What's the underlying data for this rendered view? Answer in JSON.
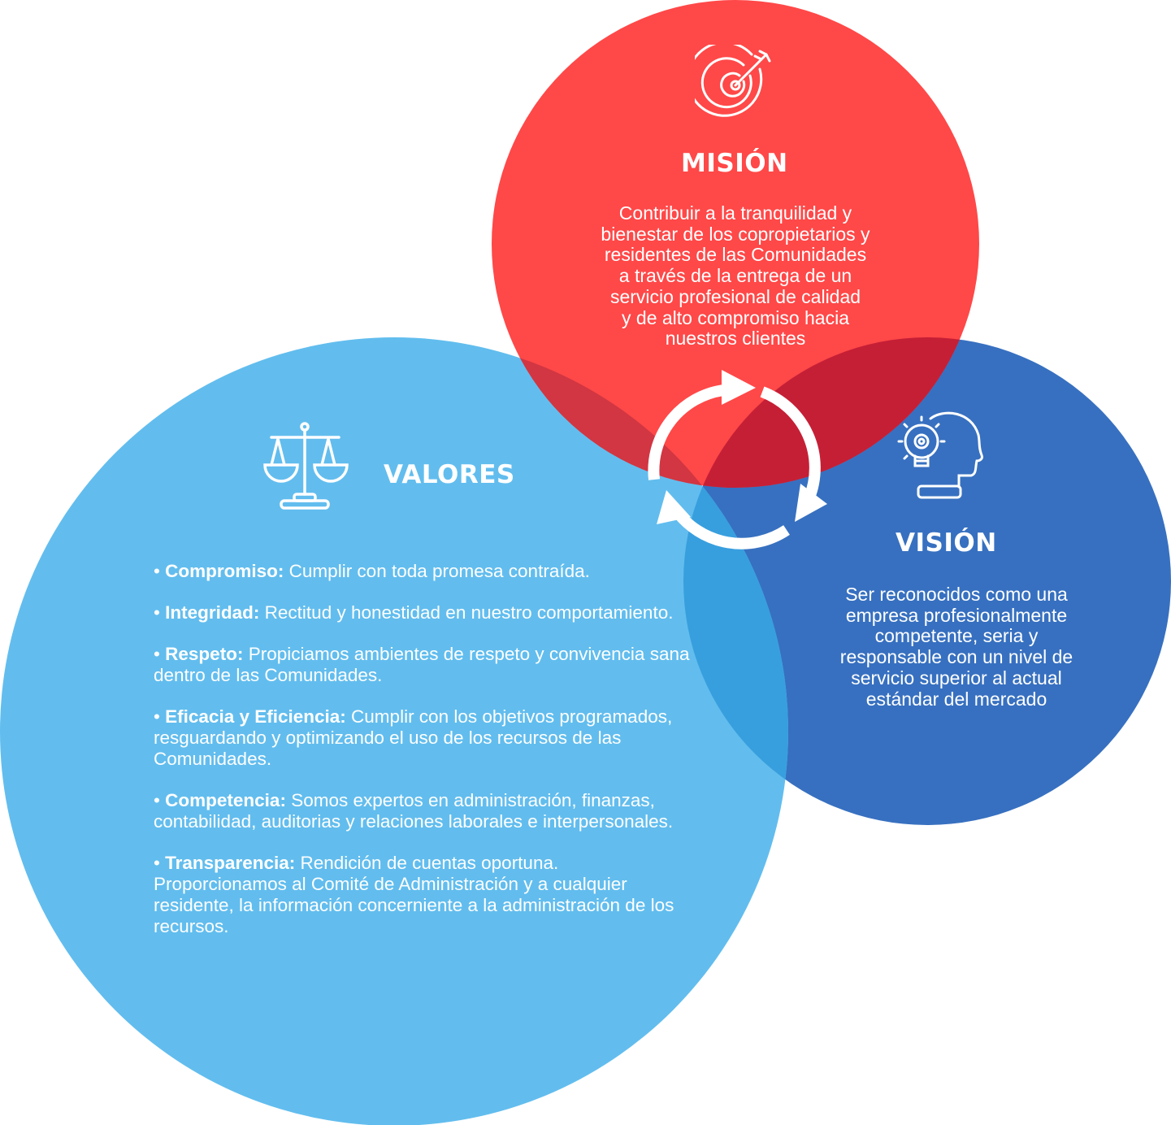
{
  "colors": {
    "mision": "#FF4848",
    "vision": "#3770C0",
    "valores": "#62BDEE",
    "mision_vision_overlap": "#C51F36",
    "mision_valores_overlap": "#D13642",
    "vision_valores_overlap": "#389FDE"
  },
  "mision": {
    "icon": "target-arrow-icon",
    "title": "MISIÓN",
    "lines": [
      "Contribuir a la tranquilidad y",
      "bienestar de los copropietarios y",
      "residentes de las Comunidades",
      "a través de la entrega de un",
      "servicio profesional de calidad",
      "y de alto compromiso hacia",
      "nuestros clientes"
    ]
  },
  "vision": {
    "icon": "head-lightbulb-gear-icon",
    "title": "VISIÓN",
    "lines": [
      "Ser reconocidos como una",
      "empresa profesionalmente",
      "competente, seria y",
      "responsable con un nivel de",
      "servicio superior al actual",
      "estándar del mercado"
    ]
  },
  "valores": {
    "icon": "scales-of-justice-icon",
    "title": "VALORES",
    "items": [
      {
        "term": "Compromiso:",
        "text": "Cumplir con toda promesa contraída."
      },
      {
        "term": "Integridad:",
        "text": "Rectitud y honestidad en nuestro comportamiento."
      },
      {
        "term": "Respeto:",
        "text": "Propiciamos ambientes de respeto y convivencia sana dentro de las Comunidades."
      },
      {
        "term": "Eficacia y Eficiencia:",
        "text": "Cumplir con los objetivos programados, resguardando y optimizando el uso de los recursos de las Comunidades."
      },
      {
        "term": "Competencia:",
        "text": "Somos expertos en administración, finanzas, contabilidad, auditorias y relaciones laborales e interpersonales."
      },
      {
        "term": "Transparencia:",
        "text": "Rendición de cuentas oportuna. Proporcionamos al Comité de Administración y a cualquier residente, la información concerniente a la administración de los recursos."
      }
    ],
    "bullet": "•"
  },
  "center_icon": "cycle-arrows-icon"
}
